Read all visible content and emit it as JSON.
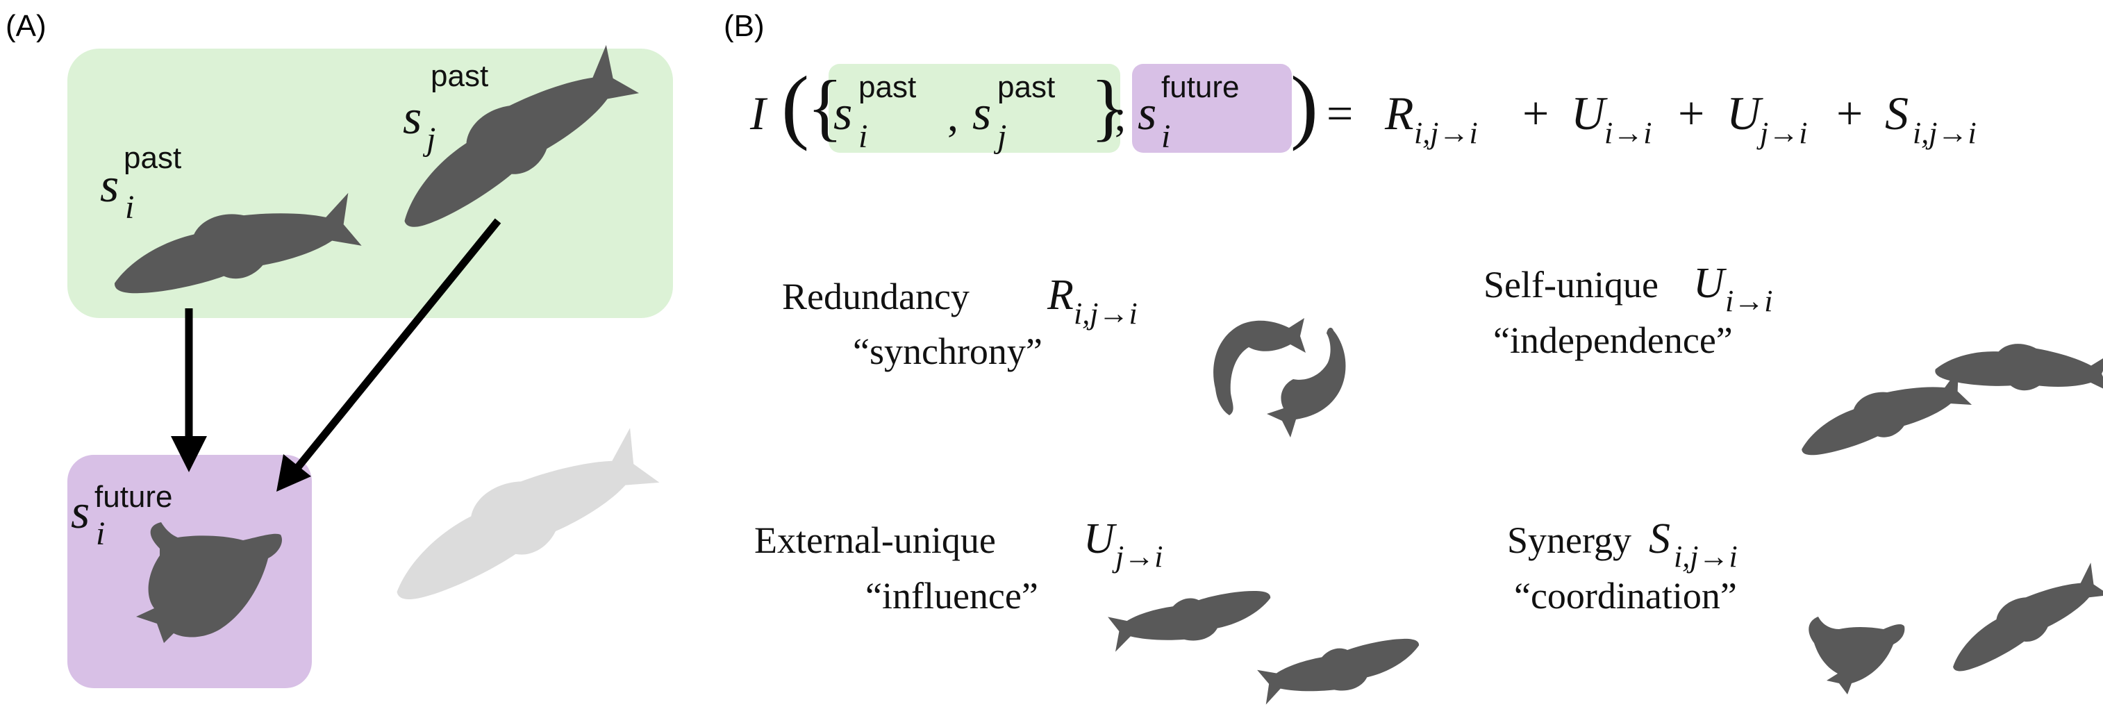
{
  "panel_a": {
    "label": "(A)",
    "past_box_color": "#dcf2d6",
    "future_box_color": "#d8c0e6",
    "fish_color": "#595959",
    "ghost_fish_color": "#dcdcdc",
    "var_s_i_past": {
      "base": "s",
      "sub": "i",
      "sup": "past"
    },
    "var_s_j_past": {
      "base": "s",
      "sub": "j",
      "sup": "past"
    },
    "var_s_i_future": {
      "base": "s",
      "sub": "i",
      "sup": "future"
    }
  },
  "panel_b": {
    "label": "(B)",
    "equation": {
      "func": "I",
      "s": "s",
      "i": "i",
      "j": "j",
      "past": "past",
      "future": "future",
      "comma": ",",
      "semicolon": ";",
      "equals": "=",
      "plus": "+",
      "R": "R",
      "U": "U",
      "S": "S",
      "sub_R": "i,j→i",
      "sub_U_self": "i→i",
      "sub_U_ext": "j→i",
      "sub_S": "i,j→i"
    },
    "terms": {
      "redundancy": {
        "name": "Redundancy",
        "symbol": "R",
        "sub": "i,j→i",
        "quote": "“synchrony”"
      },
      "self_unique": {
        "name": "Self-unique",
        "symbol": "U",
        "sub": "i→i",
        "quote": "“independence”"
      },
      "external_unique": {
        "name": "External-unique",
        "symbol": "U",
        "sub": "j→i",
        "quote": "“influence”"
      },
      "synergy": {
        "name": "Synergy",
        "symbol": "S",
        "sub": "i,j→i",
        "quote": "“coordination”"
      }
    }
  }
}
